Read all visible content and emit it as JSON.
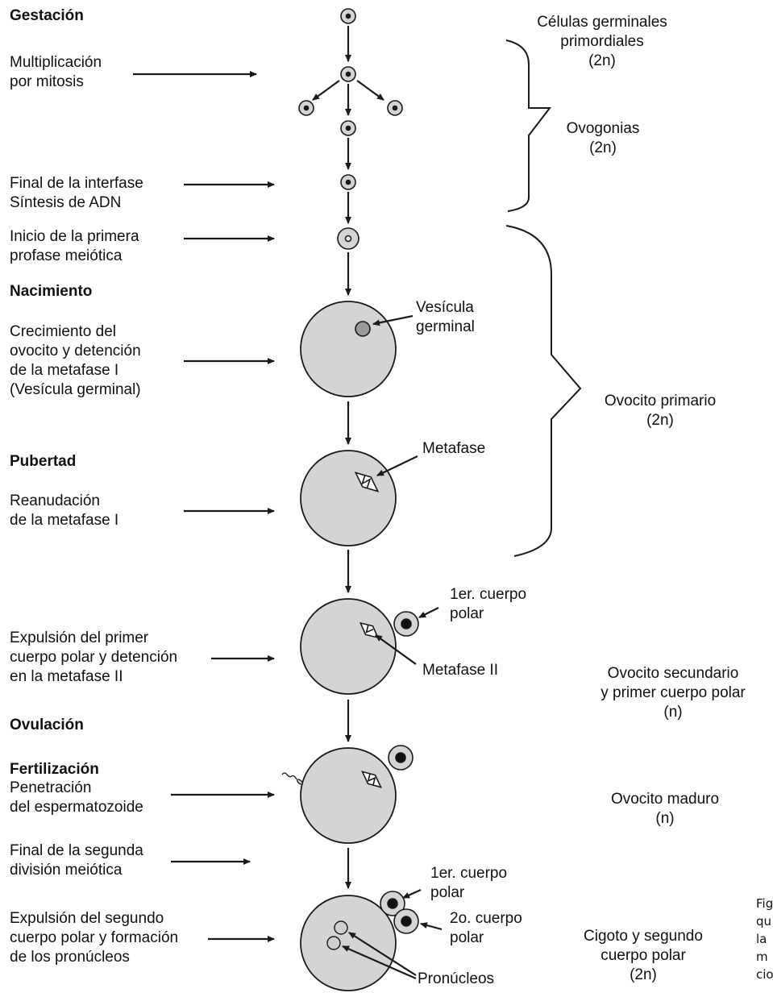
{
  "stages": {
    "gestacion": "Gestación",
    "nacimiento": "Nacimiento",
    "pubertad": "Pubertad",
    "ovulacion": "Ovulación",
    "fertilizacion": "Fertilización"
  },
  "events": {
    "multiplicacion": "Multiplicación\npor mitosis",
    "final_interfase": "Final de la interfase\nSíntesis de ADN",
    "inicio_profase": "Inicio de la primera\nprofase meiótica",
    "crecimiento": "Crecimiento del\novocito y detención\nde la metafase I\n(Vesícula germinal)",
    "reanudacion": "Reanudación\nde la metafase I",
    "expulsion_primer": "Expulsión del primer\ncuerpo polar y detención\nen la metafase II",
    "penetracion": "Penetración\ndel espermatozoide",
    "final_segunda": "Final de la segunda\ndivisión meiótica",
    "expulsion_segundo": "Expulsión del segundo\ncuerpo polar y formación\nde los pronúcleos"
  },
  "labels": {
    "vesicula": "Vesícula\ngerminal",
    "metafase": "Metafase",
    "primer_cuerpo_a": "1er. cuerpo\npolar",
    "metafase_ii": "Metafase II",
    "primer_cuerpo_b": "1er. cuerpo\npolar",
    "segundo_cuerpo": "2o. cuerpo\npolar",
    "pronucleos": "Pronúcleos"
  },
  "cell_types": {
    "primordiales": "Células germinales\nprimordiales\n(2n)",
    "ovogonias": "Ovogonias\n(2n)",
    "ovocito_primario": "Ovocito primario\n(2n)",
    "ovocito_secundario": "Ovocito secundario\ny primer cuerpo polar\n(n)",
    "ovocito_maduro": "Ovocito maduro\n(n)",
    "cigoto": "Cigoto y segundo\ncuerpo polar\n(2n)"
  },
  "caption_fragment": "Fig\nqu\nla\nm\ncio",
  "colors": {
    "cell_fill": "#d4d4d4",
    "stroke": "#1a1a1a",
    "vesicle_fill": "#9a9a9a"
  }
}
